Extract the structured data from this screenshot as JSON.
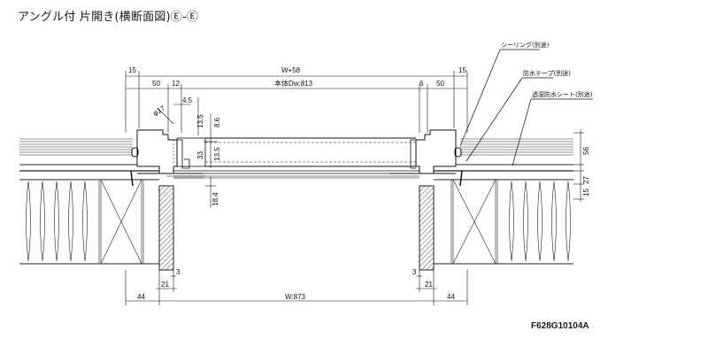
{
  "title": "アングル付 片開き(横断面図)Ⓔ-Ⓔ",
  "drawing_code": "F628G10104A",
  "callouts": {
    "sealing": "シーリング(別途)",
    "waterproof_tape": "防水テープ(別途)",
    "breathable_sheet": "透湿防水シート(別途)"
  },
  "dimensions": {
    "top_left_15": "15",
    "top_right_15": "15",
    "overall": "W+58",
    "left_50": "50",
    "left_12": "12",
    "body_width": "本体Dw:813",
    "right_6": "6",
    "right_50": "50",
    "d_4_5": "4.5",
    "d_phi17": "φ17",
    "d_13_5_a": "13.5",
    "d_8_6": "8.6",
    "d_33": "33",
    "d_13_5_b": "13.5",
    "d_18_4": "18.4",
    "r_56": "56",
    "r_27": "27",
    "r_15": "15",
    "b_3_left": "3",
    "b_3_right": "3",
    "b_21_left": "21",
    "b_21_right": "21",
    "b_44_left": "44",
    "b_44_right": "44",
    "opening": "W:873"
  }
}
